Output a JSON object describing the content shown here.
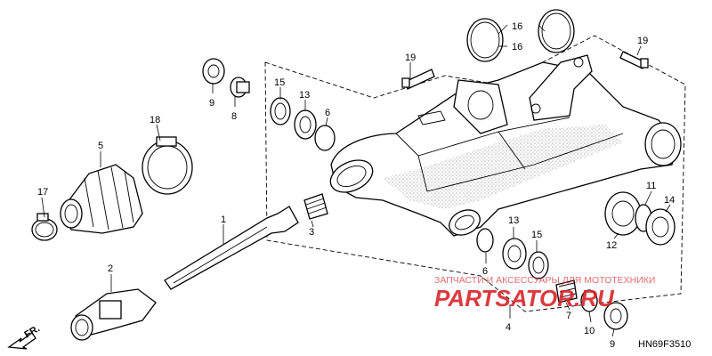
{
  "diagram_code": "HN69F3510",
  "direction_label": "FR.",
  "watermark": {
    "line1": "ЗАПЧАСТИ И АКСЕССУАРЫ ДЛЯ МОТОТЕХНИКИ",
    "line2": "PARTSATOR.RU",
    "color": "#d8252a"
  },
  "callouts": {
    "c1": "1",
    "c2": "2",
    "c3": "3",
    "c4": "4",
    "c5": "5",
    "c6a": "6",
    "c6b": "6",
    "c7": "7",
    "c8": "8",
    "c9a": "9",
    "c9b": "9",
    "c10": "10",
    "c11": "11",
    "c12": "12",
    "c13a": "13",
    "c13b": "13",
    "c14": "14",
    "c15a": "15",
    "c15b": "15",
    "c16a": "16",
    "c16b": "16",
    "c17": "17",
    "c18": "18",
    "c19a": "19",
    "c19b": "19"
  }
}
